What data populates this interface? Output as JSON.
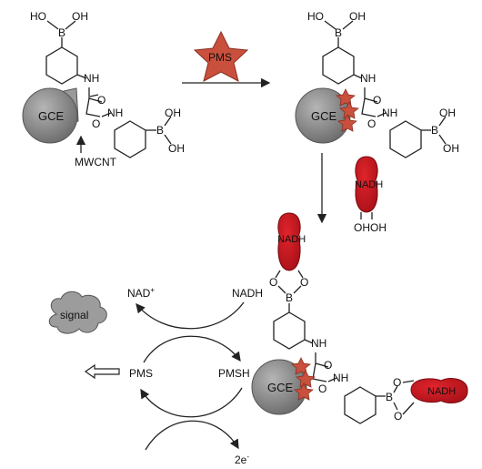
{
  "labels": {
    "hooh": "HO",
    "oh": "OH",
    "b": "B",
    "nh": "NH",
    "o": "O",
    "gce": "GCE",
    "mwcnt": "MWCNT",
    "pms": "PMS",
    "pmsh": "PMSH",
    "nadh": "NADH",
    "nad_plus": "NAD",
    "plus": "+",
    "signal": "signal",
    "two_e": "2e",
    "minus": "-",
    "ohoh": "OHOH"
  },
  "colors": {
    "gce_fill": "#8a8a8a",
    "star_fill": "#c9503c",
    "nadh_fill": "#c0121c",
    "signal_fill": "#9c9c9c",
    "line": "#222222"
  },
  "icons": {
    "pms_star": "star-icon",
    "signal_cloud": "cloud-icon",
    "output_arrow": "hollow-arrow-icon"
  }
}
